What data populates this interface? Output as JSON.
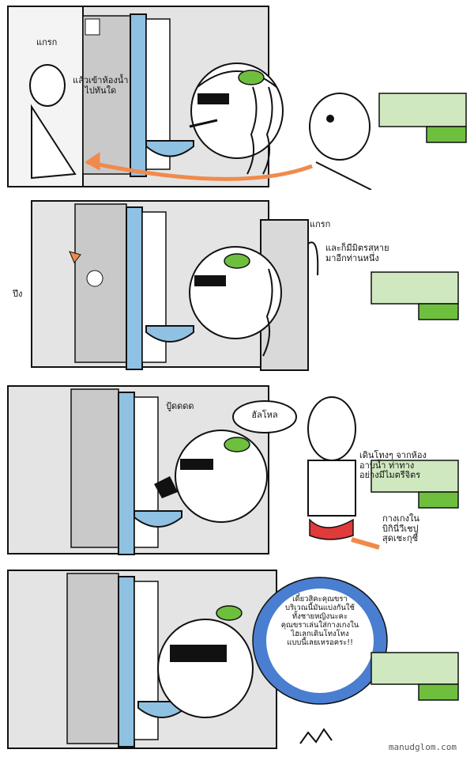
{
  "panel1": {
    "sfx_door": "แกรก",
    "caption": "แล้วเข้าห้องน้ำ\nไปทันใด"
  },
  "panel2": {
    "sfx_slam": "ปึง",
    "sfx_door": "แกรก",
    "caption": "และก็มีมิตรสหาย\nมาอีกท่านหนึ่ง"
  },
  "panel3": {
    "sfx_spit": "ปู้ดดดด",
    "speech": "ฮัลโหล",
    "caption_walk": "เดินโทงๆ จากห้อง\nอาบน้ำ ท่าทาง\nอย่างมีไมตรีจิตร",
    "caption_pants": "กางเกงใน\nบิกินี่วีเชป\nสุดเชะกุชี้"
  },
  "panel4": {
    "shout": "เดี๋ยวสิคะคุณขรา\nบริเวณนี้มันแบ่งกันใช้\nทั้งชายหญิงนะคะ\nคุณขราเล่นใส่กางเกงใน\nไฮเลกเดินโทงโทง\nแบบนี้เลยเหรอคระ!!"
  },
  "watermark": "manudglom.com",
  "colors": {
    "line": "#111111",
    "wall_gray": "#cfcfcf",
    "tile_blue": "#8fc1e3",
    "leaf_green": "#6fbf3f",
    "arrow_orange": "#f08a4b",
    "shout_blue": "#4a7ed0"
  }
}
